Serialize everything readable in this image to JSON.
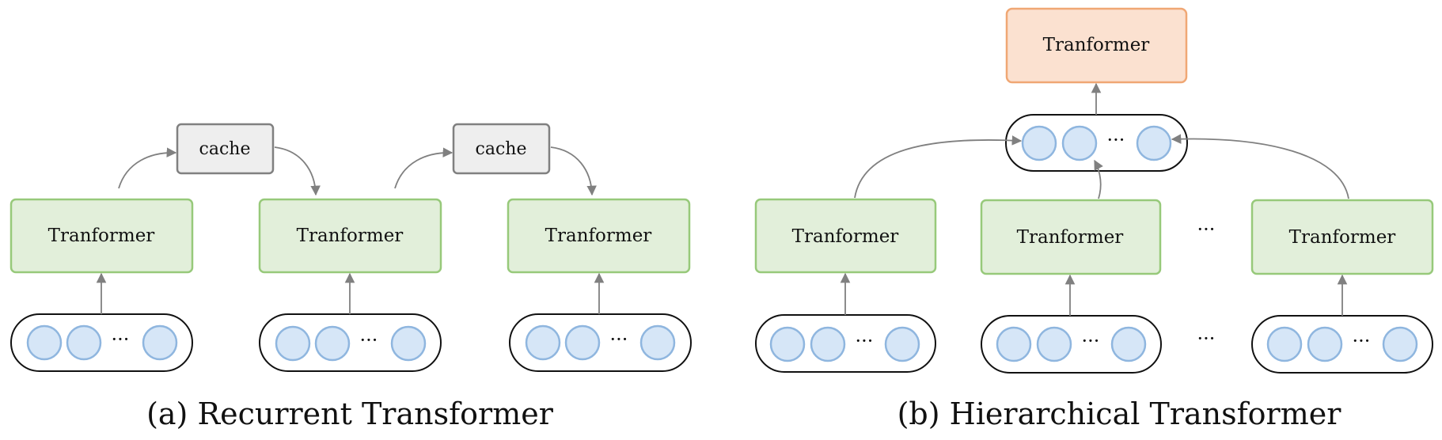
{
  "figure_a": {
    "caption": "(a) Recurrent Transformer",
    "block_label": "Tranformer",
    "cache_label": "cache"
  },
  "figure_b": {
    "caption": "(b) Hierarchical Transformer",
    "block_label": "Tranformer",
    "top_label": "Tranformer"
  },
  "ellipsis": "···",
  "colors": {
    "transformer_fill": "#e2efda",
    "transformer_border": "#97c97a",
    "top_fill": "#fbe1d0",
    "top_border": "#f0a774",
    "cache_fill": "#eeeeee",
    "token_fill": "#d6e6f7",
    "token_border": "#8fb6df"
  }
}
